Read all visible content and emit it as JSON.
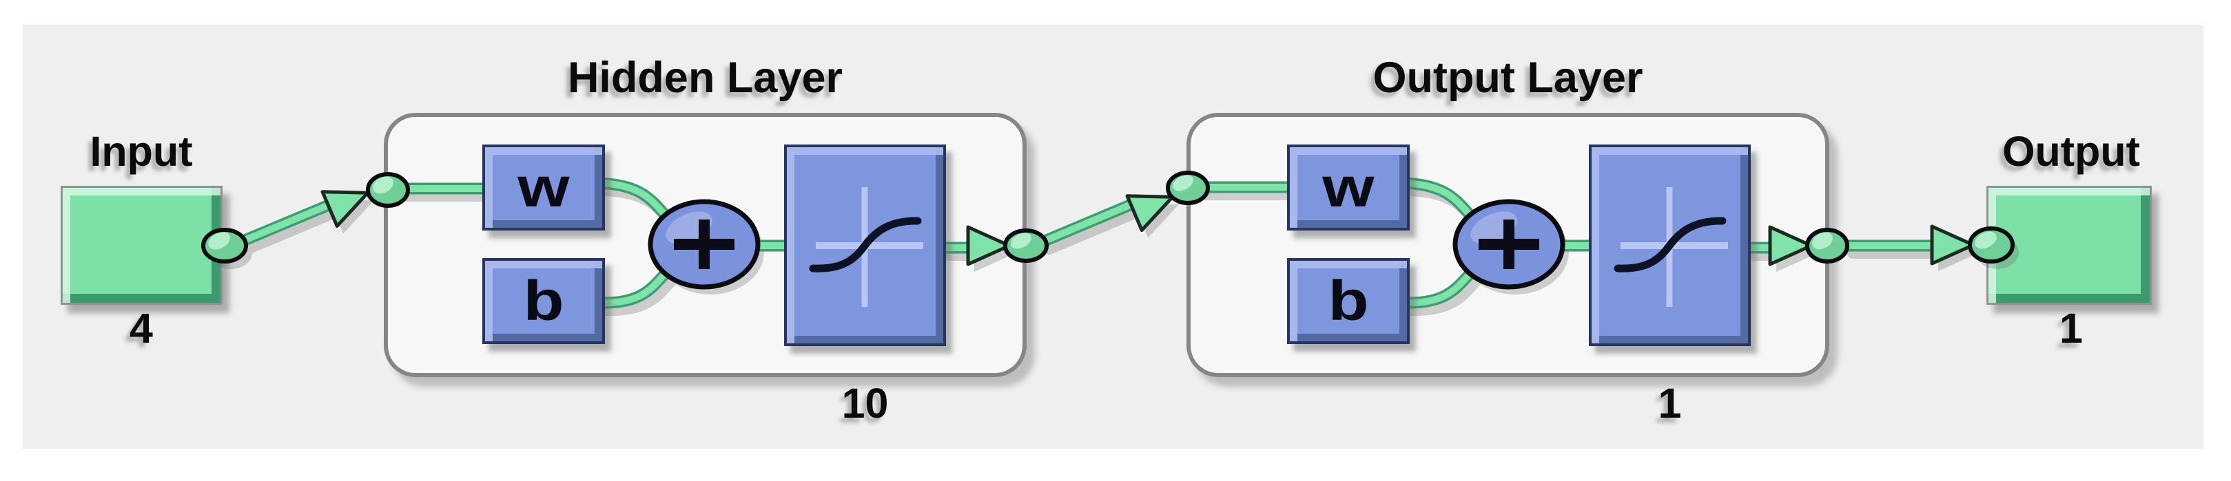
{
  "figure": {
    "input": {
      "label": "Input",
      "dimension": "4"
    },
    "layers": [
      {
        "title": "Hidden Layer",
        "weight_label": "w",
        "bias_label": "b",
        "sum_symbol": "+",
        "transfer_icon": "sigmoid-curve",
        "neurons": "10"
      },
      {
        "title": "Output Layer",
        "weight_label": "w",
        "bias_label": "b",
        "sum_symbol": "+",
        "transfer_icon": "sigmoid-curve",
        "neurons": "1"
      }
    ],
    "output": {
      "label": "Output",
      "dimension": "1"
    },
    "icons": {
      "connector_dot": "green-node-dot",
      "arrow": "arrow-right",
      "sum": "plus",
      "transfer_function": "s-curve-on-axes"
    },
    "colors": {
      "background": "#ffffff",
      "panel": "#efefef",
      "green_face": "#7ce0a7",
      "green_edge": "#3c9e71",
      "blue_face": "#7e96dd",
      "blue_border": "#26365f",
      "box_fill": "#f7f7f7",
      "box_border": "#868686",
      "text": "#0b0b0b"
    }
  }
}
